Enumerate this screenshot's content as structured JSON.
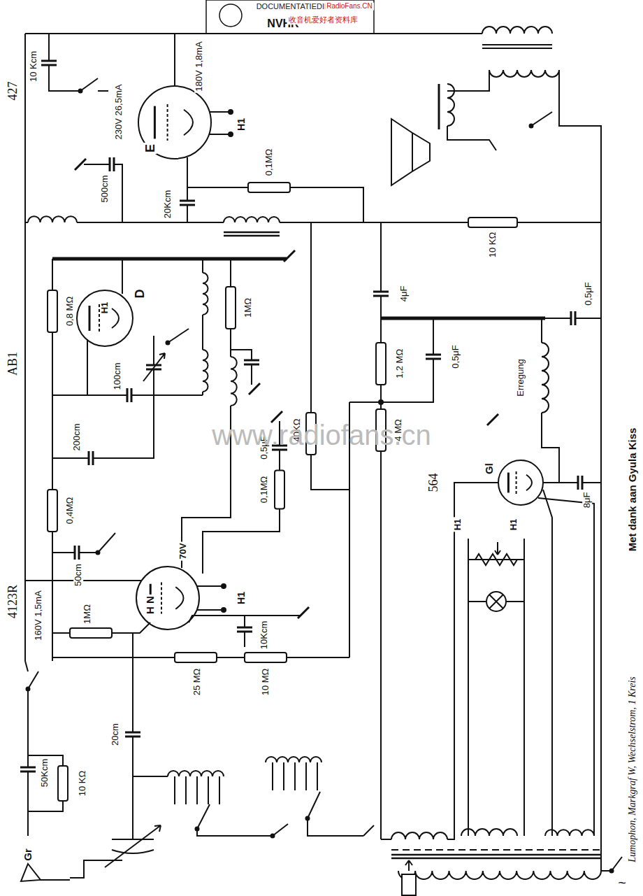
{
  "diagram": {
    "caption": "Lumophon, Markgraf W, Wechselstrom, 1 Kreis",
    "labels": [
      "DOCUMENTATIEDIENST",
      "NVHR",
      "RadioFans.CN",
      "收音机爱好者资料库",
      "427",
      "10 Kcm",
      "230V 26,5mA",
      "180V 1,8mA",
      "E",
      "H1",
      "0,1MΩ",
      "500cm",
      "20Kcm",
      "AB1",
      "0,8 MΩ",
      "H1",
      "D",
      "1MΩ",
      "100cm",
      "200cm",
      "40KΩ",
      "0,5μF",
      "0,1MΩ",
      "0,4MΩ",
      "50cm",
      "4123R",
      "160V 1,5mA",
      "70V",
      "H N",
      "H1",
      "1MΩ",
      "10Kcm",
      "25 MΩ",
      "10 MΩ",
      "20cm",
      "50Kcm",
      "10 KΩ",
      "Gr",
      "4μF",
      "10 KΩ",
      "0,5μF",
      "1,2 MΩ",
      "0,5μF",
      "Erregung",
      "4 MΩ",
      "8μF",
      "564",
      "Gl",
      "H1",
      "H1",
      "~",
      "www.radiofans.cn",
      "Met dank aan Gyula Kiss"
    ]
  }
}
